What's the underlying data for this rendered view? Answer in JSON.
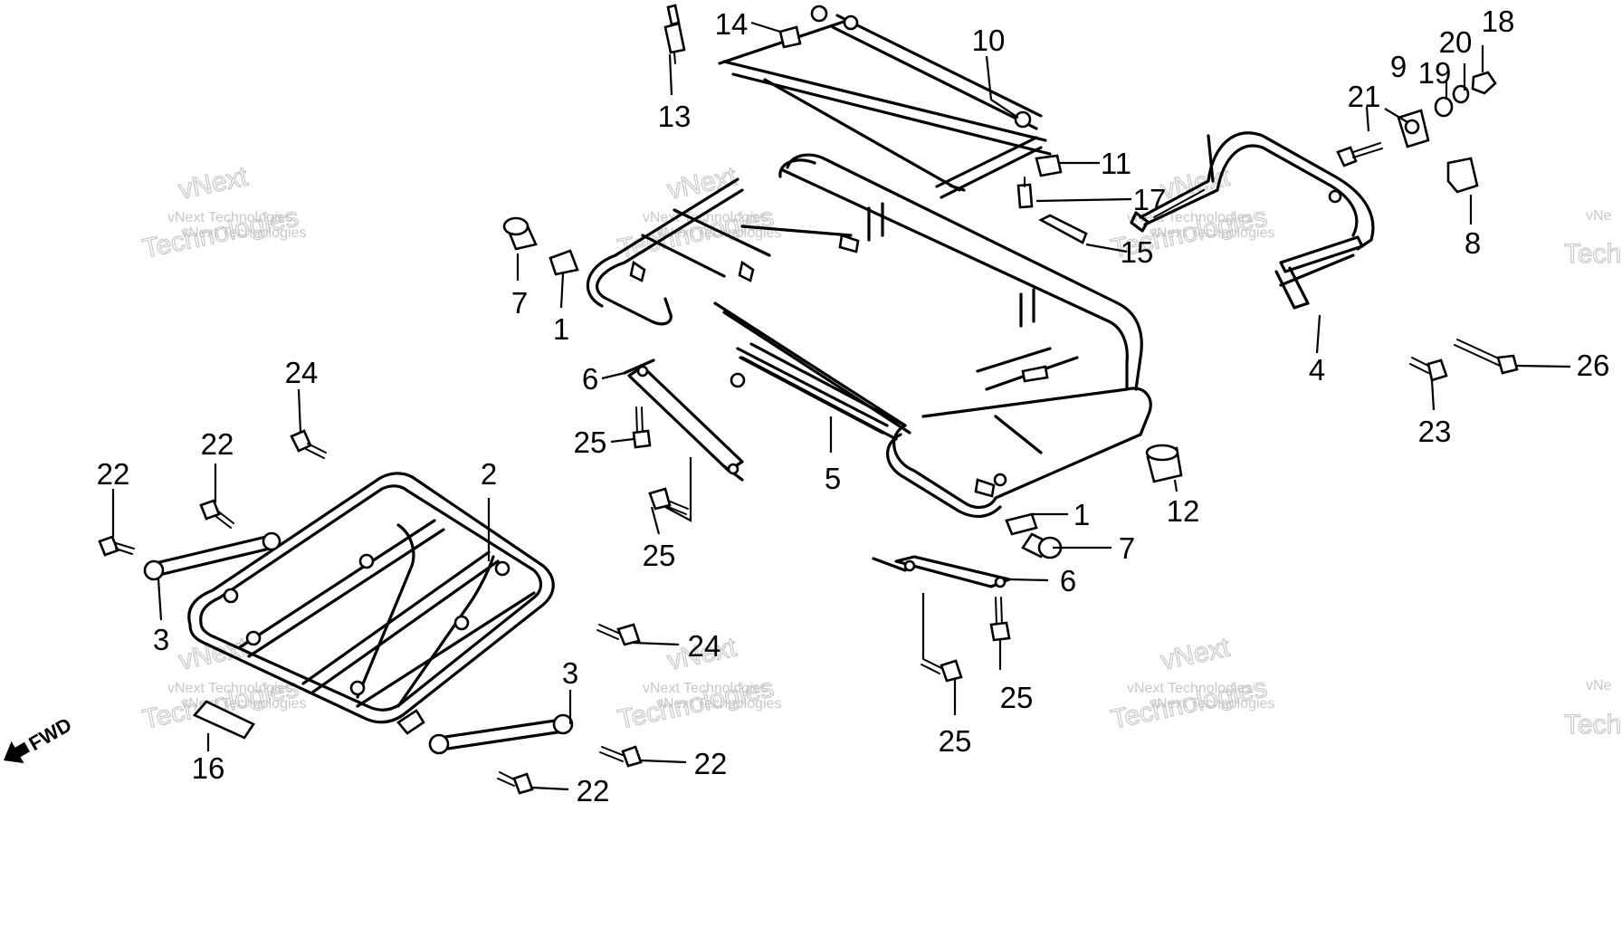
{
  "diagram": {
    "callouts": [
      {
        "id": "c1a",
        "label": "1"
      },
      {
        "id": "c1b",
        "label": "1"
      },
      {
        "id": "c2",
        "label": "2"
      },
      {
        "id": "c3a",
        "label": "3"
      },
      {
        "id": "c3b",
        "label": "3"
      },
      {
        "id": "c4",
        "label": "4"
      },
      {
        "id": "c5",
        "label": "5"
      },
      {
        "id": "c6a",
        "label": "6"
      },
      {
        "id": "c6b",
        "label": "6"
      },
      {
        "id": "c7a",
        "label": "7"
      },
      {
        "id": "c7b",
        "label": "7"
      },
      {
        "id": "c8",
        "label": "8"
      },
      {
        "id": "c9",
        "label": "9"
      },
      {
        "id": "c10",
        "label": "10"
      },
      {
        "id": "c11",
        "label": "11"
      },
      {
        "id": "c12",
        "label": "12"
      },
      {
        "id": "c13",
        "label": "13"
      },
      {
        "id": "c14",
        "label": "14"
      },
      {
        "id": "c15",
        "label": "15"
      },
      {
        "id": "c16",
        "label": "16"
      },
      {
        "id": "c17",
        "label": "17"
      },
      {
        "id": "c18",
        "label": "18"
      },
      {
        "id": "c19",
        "label": "19"
      },
      {
        "id": "c20",
        "label": "20"
      },
      {
        "id": "c21",
        "label": "21"
      },
      {
        "id": "c22a",
        "label": "22"
      },
      {
        "id": "c22b",
        "label": "22"
      },
      {
        "id": "c22c",
        "label": "22"
      },
      {
        "id": "c22d",
        "label": "22"
      },
      {
        "id": "c23",
        "label": "23"
      },
      {
        "id": "c24a",
        "label": "24"
      },
      {
        "id": "c24b",
        "label": "24"
      },
      {
        "id": "c25a",
        "label": "25"
      },
      {
        "id": "c25b",
        "label": "25"
      },
      {
        "id": "c25c",
        "label": "25"
      },
      {
        "id": "c25d",
        "label": "25"
      },
      {
        "id": "c26",
        "label": "26"
      }
    ],
    "fwd_label": "FWD",
    "watermark": {
      "small": "vNext Technologies",
      "large_line1": "vNext",
      "large_line2": "Technologies",
      "edge_small": "vNe",
      "edge_large": "Tech"
    }
  }
}
